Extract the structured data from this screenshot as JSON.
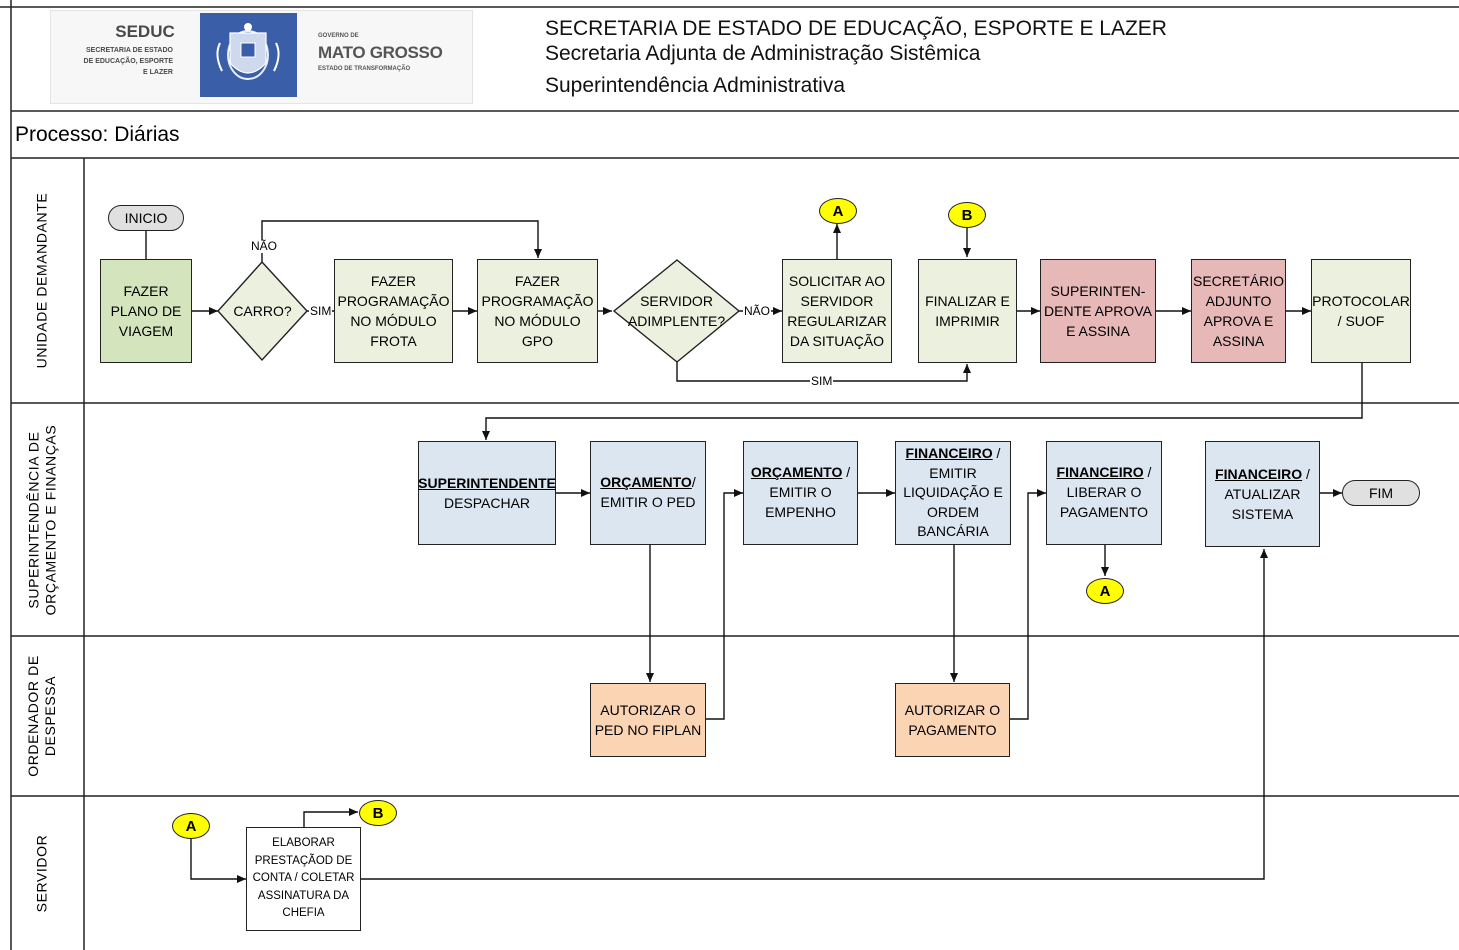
{
  "header": {
    "logo": {
      "seduc_title": "SEDUC",
      "seduc_subtitle": [
        "SECRETARIA DE ESTADO",
        "DE EDUCAÇÃO, ESPORTE",
        "E LAZER"
      ],
      "gov_small": "GOVERNO DE",
      "gov_big": "MATO GROSSO",
      "gov_sub": "ESTADO DE TRANSFORMAÇÃO"
    },
    "line1": "SECRETARIA DE ESTADO DE EDUCAÇÃO, ESPORTE E LAZER",
    "line2": "Secretaria Adjunta de Administração Sistêmica",
    "line3": "Superintendência Administrativa"
  },
  "process_title": "Processo: Diárias",
  "lanes": [
    "UNIDADE DEMANDANTE",
    "SUPERINTENDÊNCIA DE\nORÇAMENTO E FINANÇAS",
    "ORDENADOR DE\nDESPESSA",
    "SERVIDOR"
  ],
  "nodes": {
    "inicio": "INICIO",
    "fazer_plano": "FAZER\nPLANO DE\nVIAGEM",
    "carro": "CARRO?",
    "prog_frota": "FAZER\nPROGRAMAÇÃO\nNO MÓDULO\nFROTA",
    "prog_gpo": "FAZER\nPROGRAMAÇÃO\nNO MÓDULO\nGPO",
    "servidor_adimplente": "SERVIDOR\nADIMPLENTE?",
    "solicitar": "SOLICITAR AO\nSERVIDOR\nREGULARIZAR\nDA SITUAÇÃO",
    "finalizar": "FINALIZAR E\nIMPRIMIR",
    "superintendente_aprova": "SUPERINTEN-\nDENTE APROVA\nE ASSINA",
    "secretario_adjunto": "SECRETÁRIO\nADJUNTO\nAPROVA E\nASSINA",
    "protocolar": "PROTOCOLAR\n/ SUOF",
    "superintendente_despachar": {
      "bold": "SUPERINTENDENTE",
      "rest": "DESPACHAR"
    },
    "orcamento_ped": {
      "bold": "ORÇAMENTO",
      "rest": "/\nEMITIR O PED"
    },
    "orcamento_empenho": {
      "bold": "ORÇAMENTO",
      "rest": " /\nEMITIR O\nEMPENHO"
    },
    "financeiro_liquidacao": {
      "bold": "FINANCEIRO",
      "rest": " /\nEMITIR\nLIQUIDAÇÃO E\nORDEM\nBANCÁRIA"
    },
    "financeiro_liberar": {
      "bold": "FINANCEIRO",
      "rest": " /\nLIBERAR O\nPAGAMENTO"
    },
    "financeiro_atualizar": {
      "bold": "FINANCEIRO",
      "rest": " /\nATUALIZAR\nSISTEMA"
    },
    "fim": "FIM",
    "autorizar_ped": "AUTORIZAR O\nPED NO FIPLAN",
    "autorizar_pagamento": "AUTORIZAR O\nPAGAMENTO",
    "elaborar": "ELABORAR\nPRESTAÇÃOD DE\nCONTA / COLETAR\nASSINATURA DA\nCHEFIA"
  },
  "connectors": {
    "a": "A",
    "b": "B"
  },
  "edge_labels": {
    "sim": "SIM",
    "nao": "NÃO"
  },
  "colors": {
    "green": "#d4e5be",
    "light_green": "#ebf1de",
    "pink": "#e6b9b8",
    "blue": "#dce6f0",
    "peach": "#fbd4b4",
    "connector_yellow": "#ffff00",
    "terminal_gray": "#e0e0e0"
  }
}
